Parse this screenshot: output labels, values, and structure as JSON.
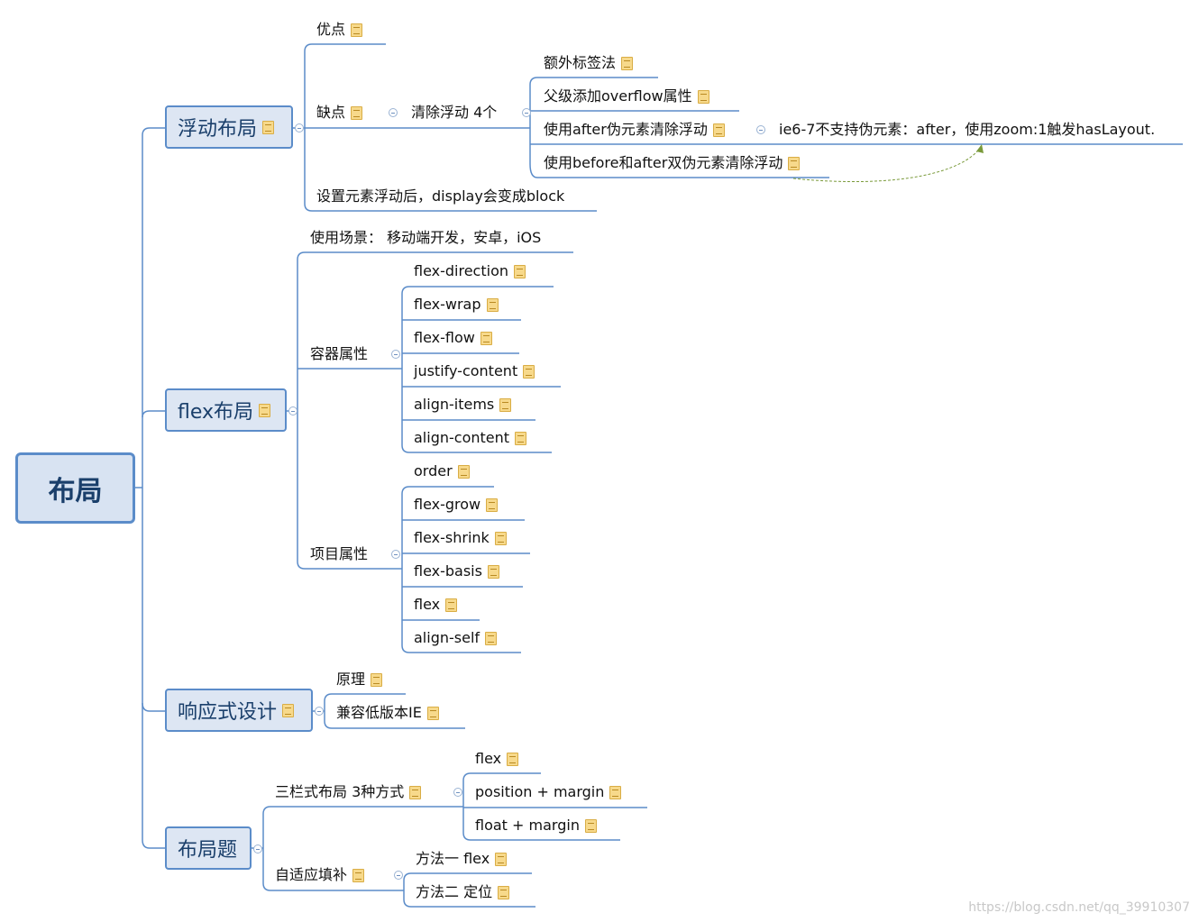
{
  "root": {
    "label": "布局"
  },
  "float_layout": {
    "label": "浮动布局",
    "pros": "优点",
    "cons": "缺点",
    "clear_float": "清除浮动 4个",
    "methods": [
      "额外标签法",
      "父级添加overflow属性",
      "使用after伪元素清除浮动",
      "使用before和after双伪元素清除浮动"
    ],
    "ie_note": "ie6-7不支持伪元素：after，使用zoom:1触发hasLayout.",
    "display_note": "设置元素浮动后，display会变成block"
  },
  "flex_layout": {
    "label": "flex布局",
    "scenario": "使用场景： 移动端开发，安卓，iOS",
    "container_props_label": "容器属性",
    "container_props": [
      "flex-direction",
      "flex-wrap",
      "flex-flow",
      "justify-content",
      "align-items",
      "align-content"
    ],
    "item_props_label": "项目属性",
    "item_props": [
      "order",
      "flex-grow",
      "flex-shrink",
      "flex-basis",
      "flex",
      "align-self"
    ]
  },
  "responsive": {
    "label": "响应式设计",
    "items": [
      "原理",
      "兼容低版本IE"
    ]
  },
  "layout_questions": {
    "label": "布局题",
    "three_column": "三栏式布局 3种方式",
    "three_column_items": [
      "flex",
      "position + margin",
      "float + margin"
    ],
    "adaptive": "自适应填补",
    "adaptive_items": [
      "方法一 flex",
      "方法二 定位"
    ]
  },
  "watermark": "https://blog.csdn.net/qq_39910307",
  "colors": {
    "line": "#4a7fc0",
    "box_fill": "#dde6f3",
    "box_border": "#5b8cc9",
    "relation": "#7a9a3a"
  }
}
